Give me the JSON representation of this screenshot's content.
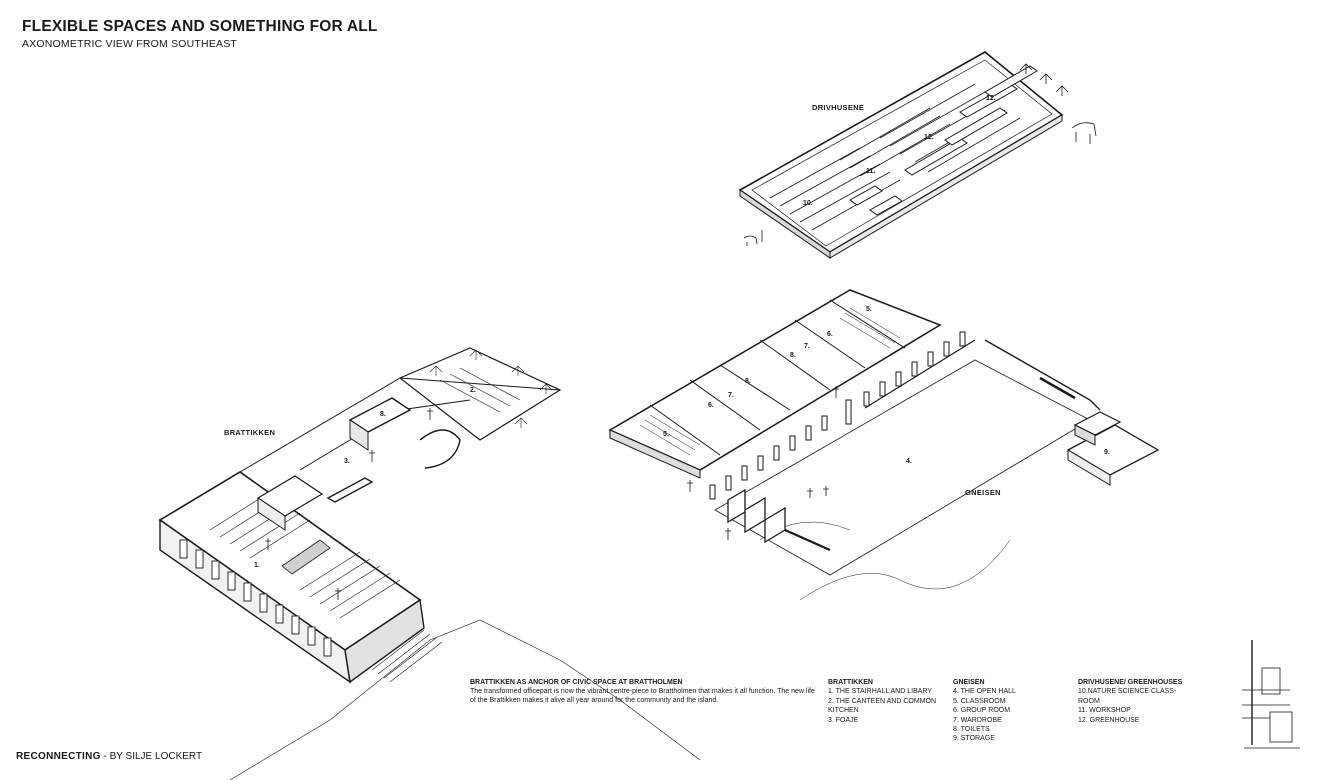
{
  "title": "FLEXIBLE SPACES AND SOMETHING FOR ALL",
  "subtitle": "AXONOMETRIC VIEW FROM SOUTHEAST",
  "building_labels": {
    "drivhusene": "DRIVHUSENE",
    "brattikken": "BRATTIKKEN",
    "gneisen": "GNEISEN"
  },
  "room_numbers": {
    "n1": "1.",
    "n2": "2.",
    "n3": "3.",
    "n4": "4.",
    "n5a": "5.",
    "n5b": "5.",
    "n6a": "6.",
    "n6b": "6.",
    "n7a": "7.",
    "n7b": "7.",
    "n8a": "8.",
    "n8b": "8.",
    "n9": "9.",
    "n10": "10.",
    "n11": "11.",
    "n12a": "12.",
    "n12b": "12."
  },
  "description": {
    "heading": "BRATTIKKEN AS ANCHOR OF CIVIC SPACE AT BRATTHOLMEN",
    "body": "The transformed officepart is now the vibrant centre-piece to Brattholmen that makes it all function. The new life of the Brattikken makes it alive all year around for the community and the island."
  },
  "legend": {
    "brattikken": {
      "heading": "BRATTIKKEN",
      "items": [
        "1. THE STAIRHALL AND LIBARY",
        "2. THE CANTEEN AND COMMON KITCHEN",
        "3. FOAJE"
      ]
    },
    "gneisen": {
      "heading": "GNEISEN",
      "items": [
        "4. THE OPEN HALL",
        "5. CLASSROOM",
        "6. GROUP ROOM",
        "7. WARDROBE",
        "8. TOILETS",
        "9. STORAGE"
      ]
    },
    "drivhusene": {
      "heading": "DRIVHUSENE/ GREENHOUSES",
      "items": [
        "10.NATURE SCIENCE CLASS-ROOM",
        "11. WORKSHOP",
        "12. GREENHOUSE"
      ]
    }
  },
  "footer": {
    "project": "RECONNECTING",
    "author": " - BY SILJE LOCKERT"
  },
  "colors": {
    "ink": "#1a1a1a",
    "background": "#ffffff"
  }
}
